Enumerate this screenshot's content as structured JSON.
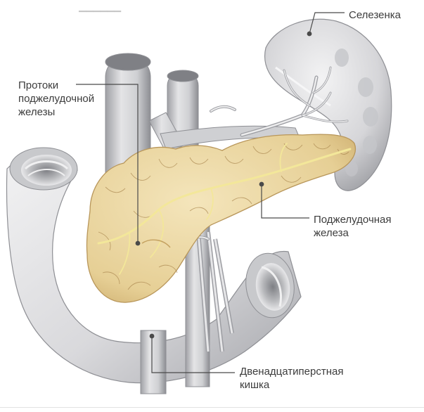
{
  "labels": {
    "spleen": [
      "Селезенка"
    ],
    "ducts": [
      "Протоки",
      "поджелудочной",
      "железы"
    ],
    "pancreas": [
      "Поджелудочная",
      "железа"
    ],
    "duodenum": [
      "Двенадцатиперстная",
      "кишка"
    ]
  },
  "colors": {
    "organ_gray": "#dcdcde",
    "organ_gray_dark": "#a7a8ad",
    "pancreas_fill": "#ecd9a7",
    "pancreas_edge": "#b8965a",
    "duct": "#f3e79a",
    "leader_line": "#4a4a4a"
  }
}
